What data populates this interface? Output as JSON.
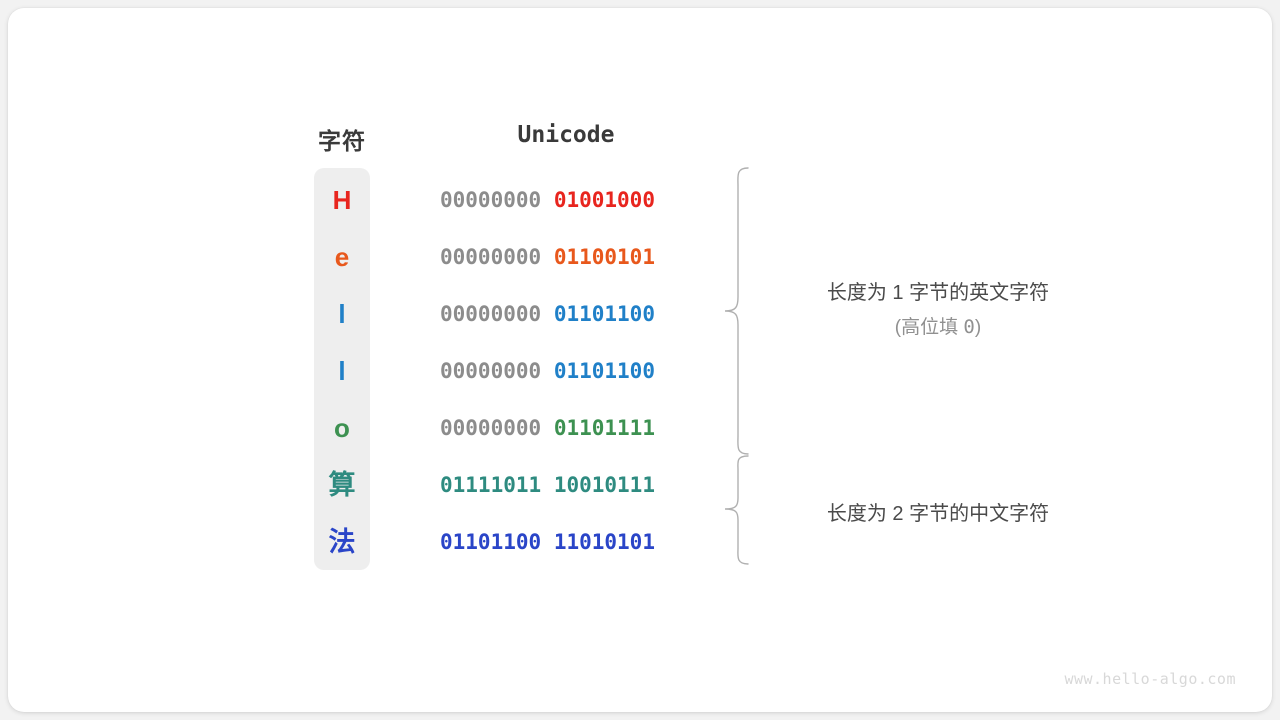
{
  "headers": {
    "character": "字符",
    "unicode": "Unicode"
  },
  "colors": {
    "red": "#e8251e",
    "orange": "#e8581c",
    "blue": "#2080c8",
    "green": "#3d9151",
    "teal": "#2e8b80",
    "deep_blue": "#2a45c8",
    "gray_high_byte": "#8c8c8c",
    "column_background": "#eeeeee",
    "annotation_text": "#4a4a4a",
    "annotation_sub": "#909090",
    "watermark": "#d8d8d8"
  },
  "rows": [
    {
      "char": "H",
      "color": "#e8251e",
      "high_byte": "00000000",
      "low_byte": "01001000",
      "high_colored": false,
      "cjk": false
    },
    {
      "char": "e",
      "color": "#e8581c",
      "high_byte": "00000000",
      "low_byte": "01100101",
      "high_colored": false,
      "cjk": false
    },
    {
      "char": "l",
      "color": "#2080c8",
      "high_byte": "00000000",
      "low_byte": "01101100",
      "high_colored": false,
      "cjk": false
    },
    {
      "char": "l",
      "color": "#2080c8",
      "high_byte": "00000000",
      "low_byte": "01101100",
      "high_colored": false,
      "cjk": false
    },
    {
      "char": "o",
      "color": "#3d9151",
      "high_byte": "00000000",
      "low_byte": "01101111",
      "high_colored": false,
      "cjk": false
    },
    {
      "char": "算",
      "color": "#2e8b80",
      "high_byte": "01111011",
      "low_byte": "10010111",
      "high_colored": true,
      "cjk": true
    },
    {
      "char": "法",
      "color": "#2a45c8",
      "high_byte": "01101100",
      "low_byte": "11010101",
      "high_colored": true,
      "cjk": true
    }
  ],
  "annotations": [
    {
      "line1": "长度为 1 字节的英文字符",
      "line2_prefix": "(高位填 ",
      "line2_zero": "0",
      "line2_suffix": ")",
      "covers_rows": [
        0,
        1,
        2,
        3,
        4
      ]
    },
    {
      "line1": "长度为 2 字节的中文字符",
      "line2_prefix": "",
      "line2_zero": "",
      "line2_suffix": "",
      "covers_rows": [
        5,
        6
      ]
    }
  ],
  "watermark": "www.hello-algo.com"
}
